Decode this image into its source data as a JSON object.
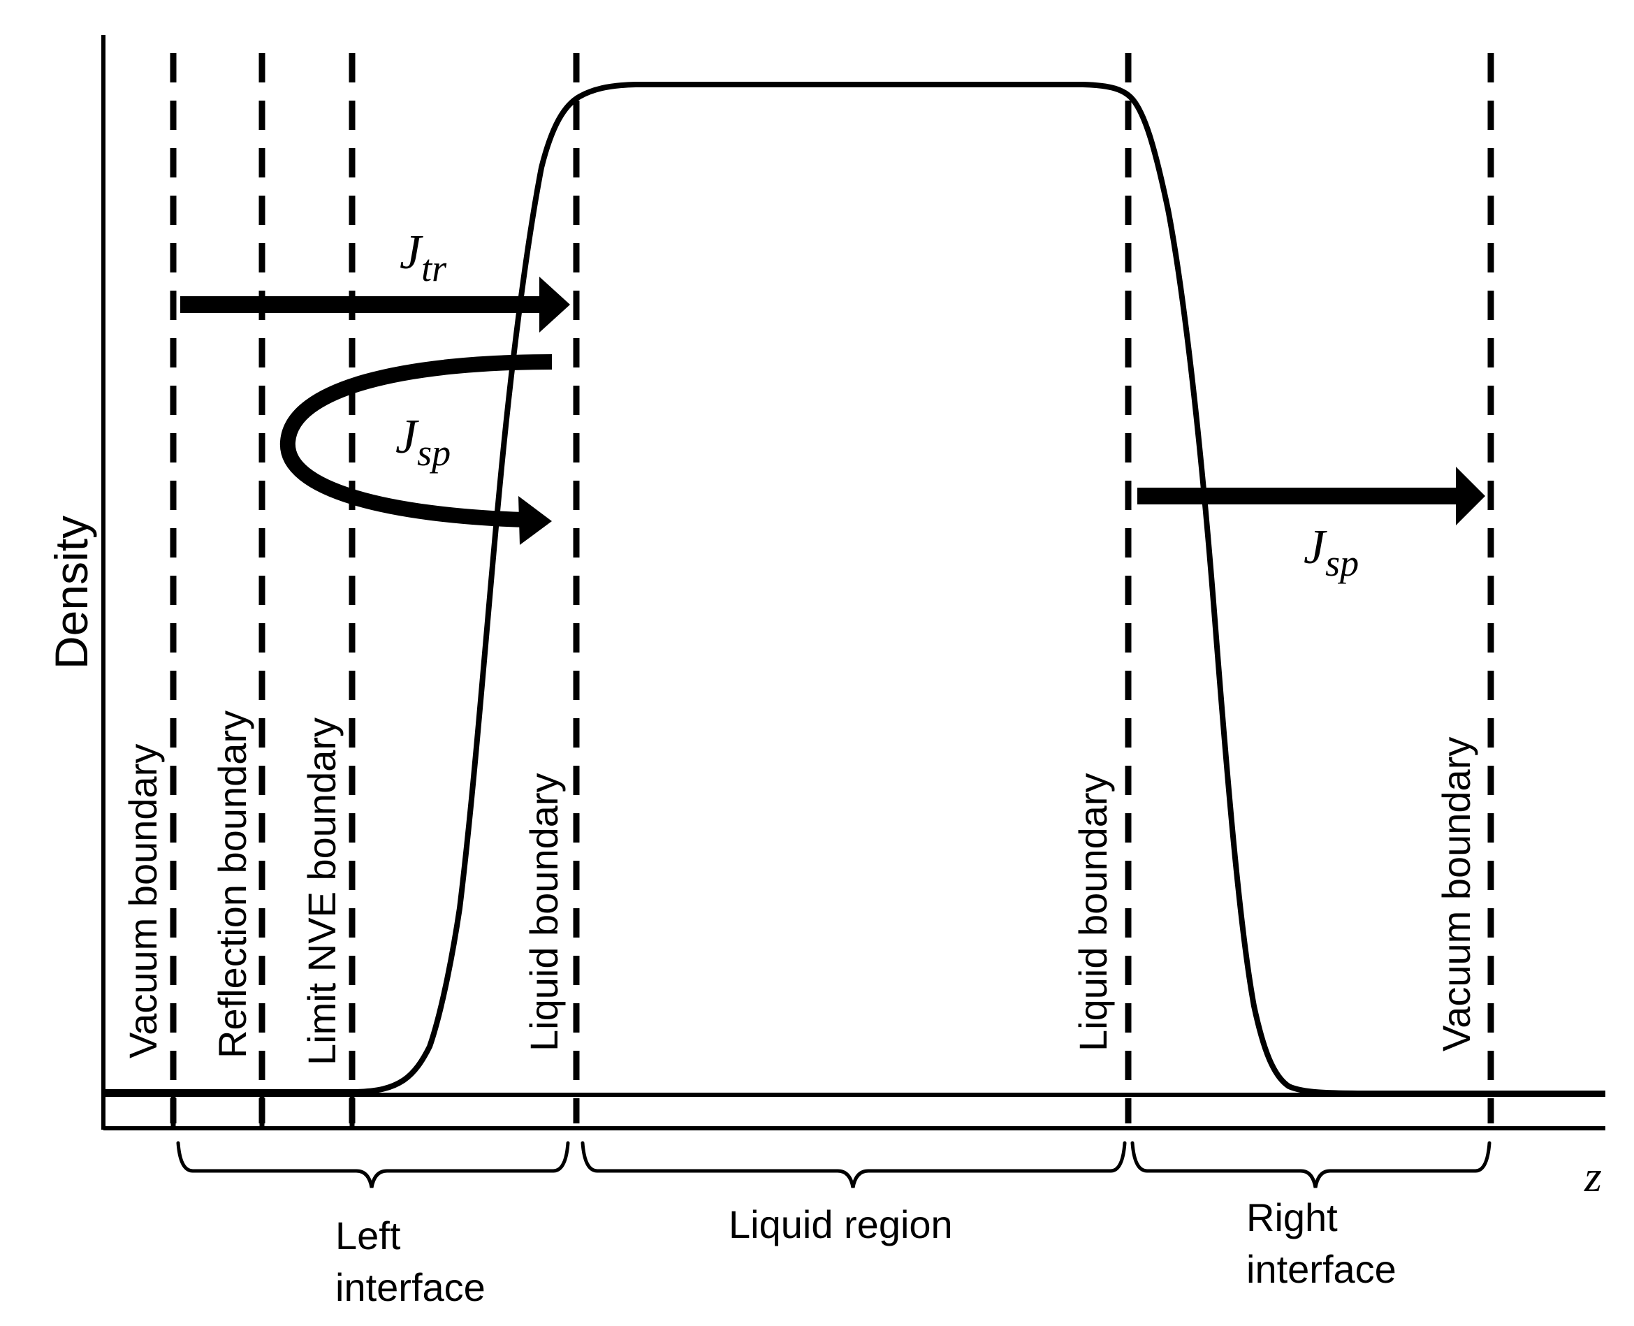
{
  "figure": {
    "ylabel": "Density",
    "xlabel": "z",
    "boundaries": {
      "vacuum_left": "Vacuum boundary",
      "reflection": "Reflection boundary",
      "limit_nve": "Limit NVE boundary",
      "liquid_left": "Liquid boundary",
      "liquid_right": "Liquid boundary",
      "vacuum_right": "Vacuum boundary"
    },
    "regions": {
      "left_interface_line1": "Left",
      "left_interface_line2": "interface",
      "liquid_region": "Liquid region",
      "right_interface_line1": "Right",
      "right_interface_line2": "interface"
    },
    "fluxes": {
      "transmitted": {
        "symbol": "J",
        "subscript": "tr"
      },
      "specular_left": {
        "symbol": "J",
        "subscript": "sp"
      },
      "specular_right": {
        "symbol": "J",
        "subscript": "sp"
      }
    },
    "colors": {
      "ink": "#000000",
      "background": "#ffffff"
    }
  }
}
